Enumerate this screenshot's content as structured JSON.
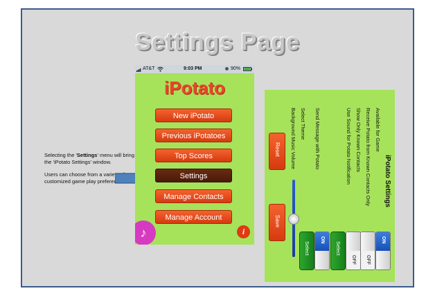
{
  "slide": {
    "title": "Settings Page",
    "description_1_pre": "Selecting the '",
    "description_1_bold": "Settings",
    "description_1_post": "' menu will bring up the 'iPotato Settings' window.",
    "description_2": "Users can choose from a variety of customized game play preferences."
  },
  "phone": {
    "status": {
      "carrier": "AT&T",
      "time": "9:03 PM",
      "battery": "90%"
    },
    "logo": "iPotato",
    "menu": [
      {
        "label": "New iPotato"
      },
      {
        "label": "Previous iPotatoes"
      },
      {
        "label": "Top Scores"
      },
      {
        "label": "Settings"
      },
      {
        "label": "Manage Contacts"
      },
      {
        "label": "Manage Account"
      }
    ],
    "info_icon": "i",
    "icons": {
      "music": "music-note-icon",
      "info": "info-icon",
      "wifi": "wifi-icon",
      "battery": "battery-icon"
    }
  },
  "settings": {
    "title": "iPotato Settings",
    "options": [
      "Available for Game",
      "Receive Potato from Known Contacts Only",
      "Show Only Known Contacts",
      "Use Sound for Potato Notification",
      "Send Message with Potato",
      "Select Theme",
      "Background Music Volume"
    ],
    "reset_label": "Reset",
    "save_label": "Save",
    "select_label": "Select",
    "on_label": "ON",
    "off_label": "OFF",
    "volume_level": 0.5
  },
  "colors": {
    "accent_orange": "#e8462c",
    "panel_green": "#a6e35a",
    "toggle_blue": "#1750b8",
    "select_green": "#14801a"
  }
}
